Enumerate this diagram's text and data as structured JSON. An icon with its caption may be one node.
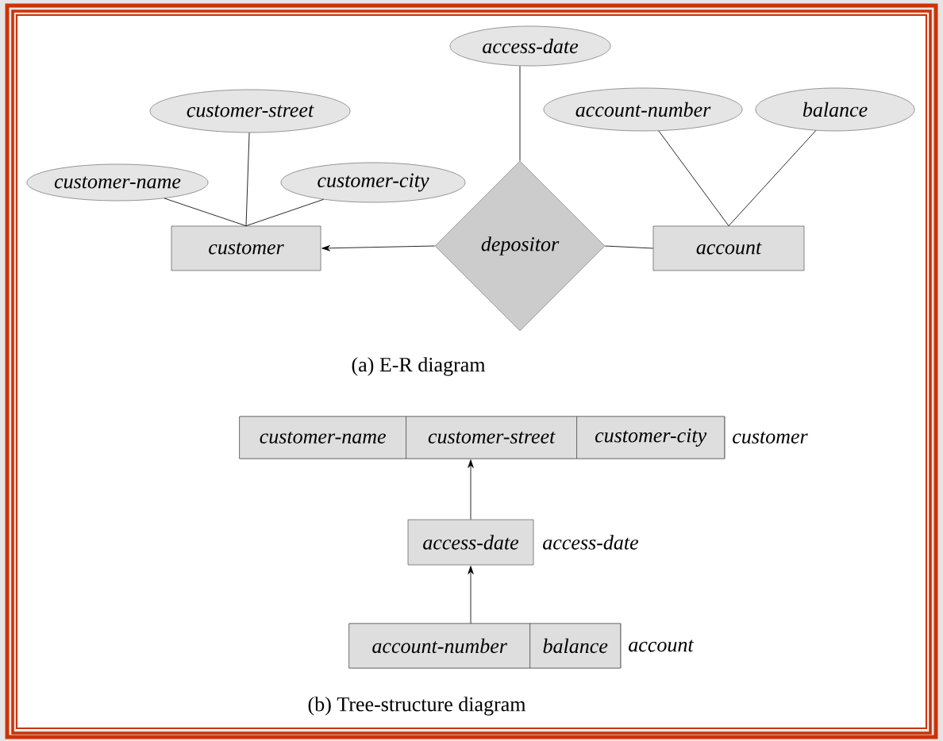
{
  "diagram": {
    "nodes": [
      {
        "text": [
          "access-date"
        ]
      },
      {
        "text": [
          "customer-street"
        ]
      },
      {
        "text": [
          "account-number"
        ]
      },
      {
        "text": [
          "balance"
        ]
      },
      {
        "text": [
          "customer-name"
        ]
      },
      {
        "text": [
          "customer-city"
        ]
      },
      {
        "text": [
          "customer"
        ]
      },
      {
        "text": [
          "depositor"
        ]
      },
      {
        "text": [
          "account"
        ]
      },
      {
        "text": [],
        "shape": "box",
        "beside": [
          "customer"
        ]
      },
      {
        "text": [
          "customer-name"
        ],
        "in": 9
      },
      {
        "text": [
          "customer-street"
        ],
        "in": 9
      },
      {
        "text": [
          "customer-city"
        ],
        "in": 9
      },
      {
        "text": [
          "access-date"
        ],
        "beside": [
          "access-date"
        ]
      },
      {
        "text": [],
        "shape": "box",
        "beside": [
          "account"
        ]
      },
      {
        "text": [
          "account-number"
        ],
        "in": 14
      },
      {
        "text": [
          "balance"
        ],
        "in": 14
      }
    ],
    "edges": [
      {
        "from": 4,
        "to": 6,
        "arrow": "none"
      },
      {
        "from": 1,
        "to": 6,
        "arrow": "none"
      },
      {
        "from": 5,
        "to": 6,
        "arrow": "none"
      },
      {
        "from": 0,
        "to": 7,
        "arrow": "none"
      },
      {
        "from": 7,
        "to": 6,
        "arrow": "to"
      },
      {
        "from": 7,
        "to": 8,
        "arrow": "none"
      },
      {
        "from": 2,
        "to": 8,
        "arrow": "none"
      },
      {
        "from": 3,
        "to": 8,
        "arrow": "none"
      },
      {
        "from": 13,
        "to": 9,
        "arrow": "to"
      },
      {
        "from": 14,
        "to": 13,
        "arrow": "to"
      }
    ],
    "labels": [
      "(a) E-R diagram",
      "(b) Tree-structure diagram"
    ]
  }
}
